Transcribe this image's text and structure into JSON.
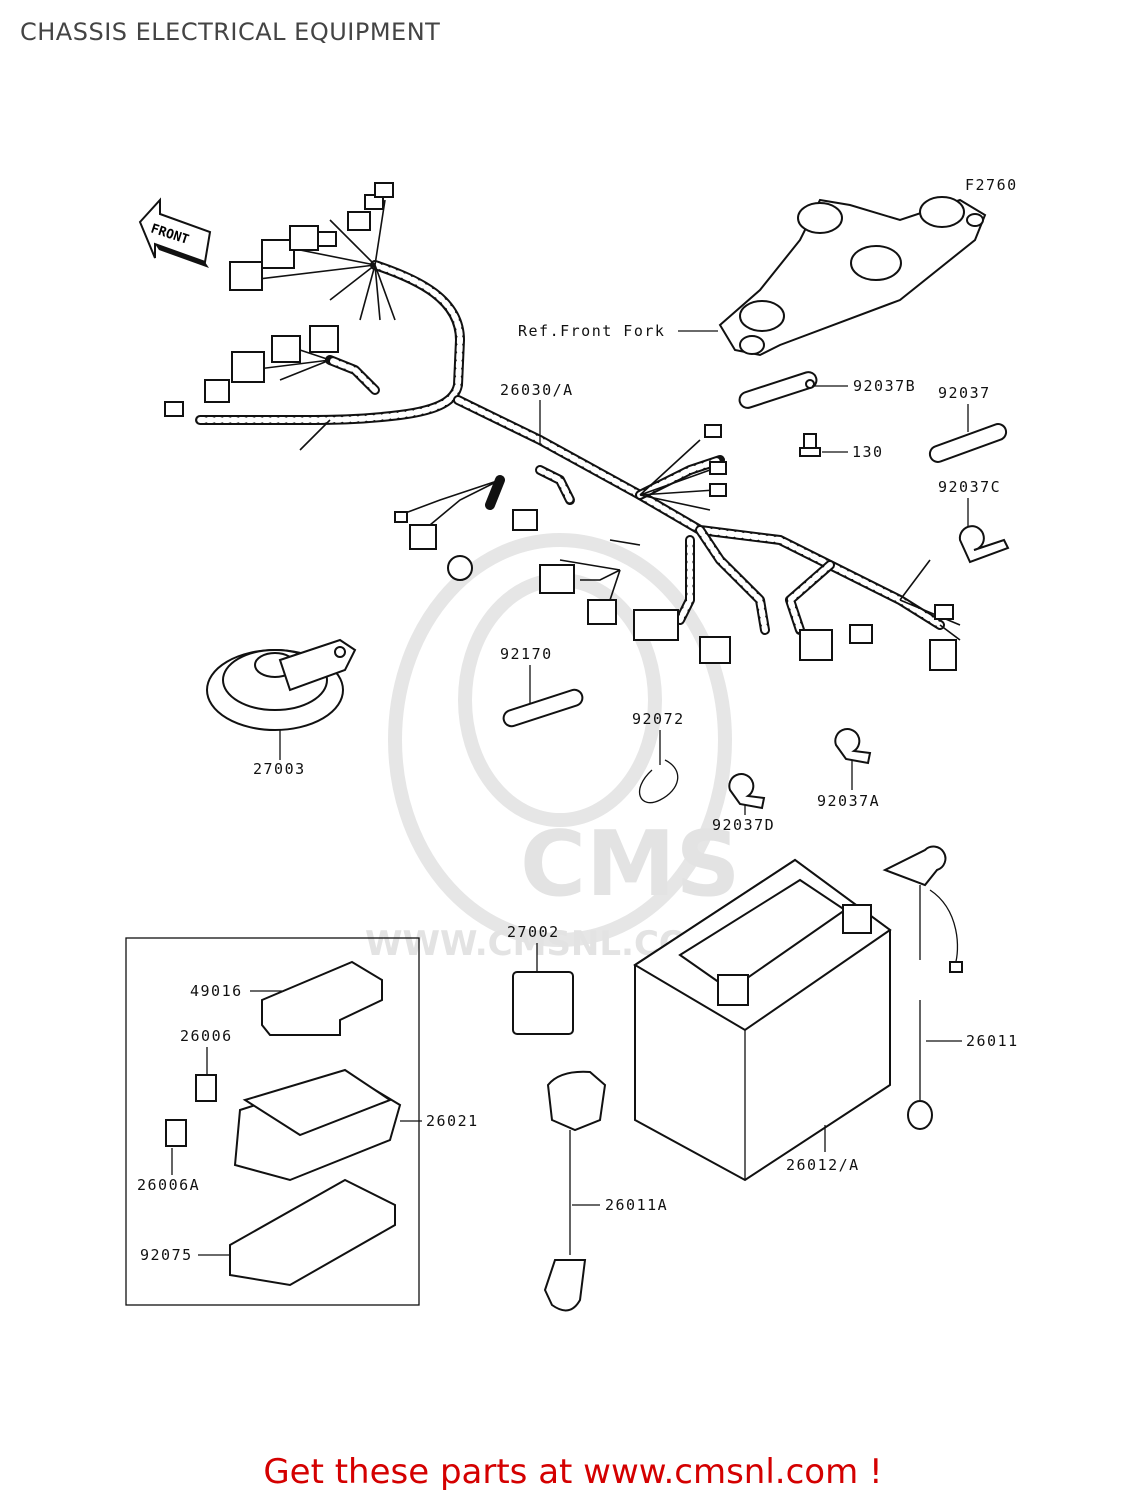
{
  "title": "CHASSIS ELECTRICAL EQUIPMENT",
  "figure_code": "F2760",
  "front_arrow_label": "FRONT",
  "reference_label": "Ref.Front Fork",
  "watermark": {
    "brand": "CMS",
    "url": "WWW.CMSNL.COM"
  },
  "callouts": {
    "harness": "26030/A",
    "p92037B": "92037B",
    "p92037": "92037",
    "p130": "130",
    "p92037C": "92037C",
    "p92170": "92170",
    "p92072": "92072",
    "p92037D": "92037D",
    "p92037A": "92037A",
    "p27003": "27003",
    "p27002": "27002",
    "p49016": "49016",
    "p26006": "26006",
    "p26006A": "26006A",
    "p26021": "26021",
    "p92075": "92075",
    "p26011": "26011",
    "p26011A": "26011A",
    "p26012A": "26012/A"
  },
  "footer": "Get these parts at www.cmsnl.com !"
}
